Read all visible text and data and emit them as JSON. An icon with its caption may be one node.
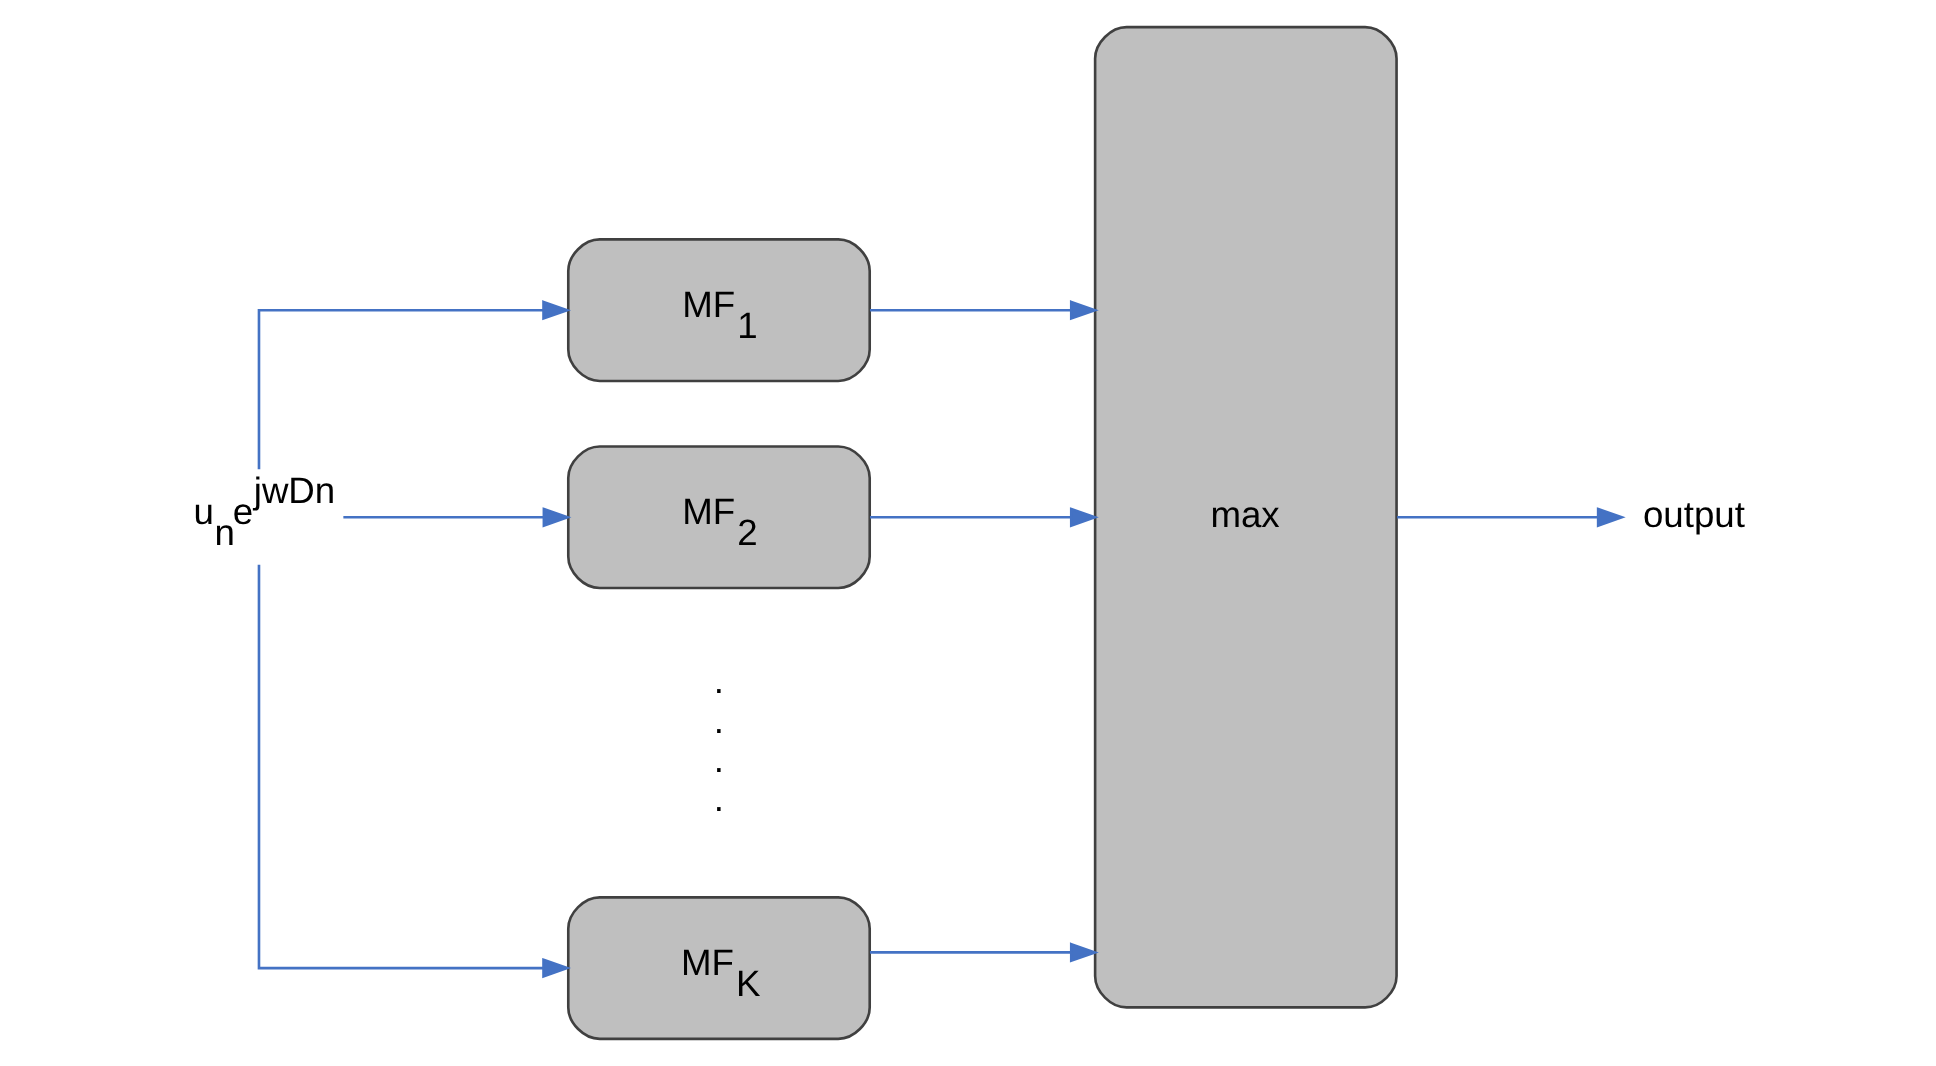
{
  "diagram": {
    "nodes": [
      {
        "text": [
          "u$_{n}$e$^{jwDn}$"
        ]
      },
      {
        "text": [
          "MF$_{1}$"
        ]
      },
      {
        "text": [
          "MF$_{2}$"
        ]
      },
      {
        "text": [
          "MF$_{K}$"
        ]
      },
      {
        "text": [
          "max"
        ]
      },
      {
        "text": [
          "output"
        ]
      }
    ],
    "edges": [
      {
        "from": 0,
        "to": 1,
        "arrow": "to"
      },
      {
        "from": 0,
        "to": 2,
        "arrow": "to"
      },
      {
        "from": 0,
        "to": 3,
        "arrow": "to"
      },
      {
        "from": 1,
        "to": 4,
        "arrow": "to"
      },
      {
        "from": 2,
        "to": 4,
        "arrow": "to"
      },
      {
        "from": 3,
        "to": 4,
        "arrow": "to"
      },
      {
        "from": 4,
        "to": 5,
        "arrow": "to"
      }
    ],
    "labels": [
      ".",
      ".",
      ".",
      "."
    ]
  }
}
